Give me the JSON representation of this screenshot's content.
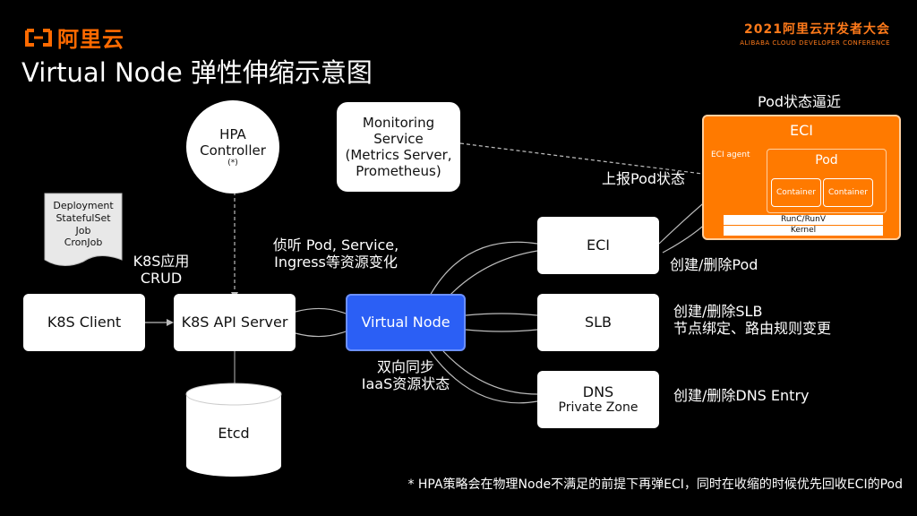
{
  "header": {
    "brand": "阿里云",
    "conference_title": "2021阿里云开发者大会",
    "conference_sub": "ALIBABA CLOUD DEVELOPER CONFERENCE"
  },
  "title": "Virtual Node 弹性伸缩示意图",
  "nodes": {
    "hpa": {
      "line1": "HPA",
      "line2": "Controller",
      "line3": "(*)"
    },
    "monitoring": {
      "line1": "Monitoring",
      "line2": "Service",
      "line3": "(Metrics Server,",
      "line4": "Prometheus)"
    },
    "workloads": {
      "line1": "Deployment",
      "line2": "StatefulSet",
      "line3": "Job",
      "line4": "CronJob"
    },
    "k8s_client": "K8S Client",
    "k8s_api": "K8S API Server",
    "virtual_node": "Virtual Node",
    "etcd": "Etcd",
    "eci": "ECI",
    "slb": "SLB",
    "dns": {
      "line1": "DNS",
      "line2": "Private Zone"
    }
  },
  "labels": {
    "crud": {
      "line1": "K8S应用",
      "line2": "CRUD"
    },
    "watch": {
      "line1": "侦听 Pod, Service,",
      "line2": "Ingress等资源变化"
    },
    "sync": {
      "line1": "双向同步",
      "line2": "IaaS资源状态"
    },
    "report": "上报Pod状态",
    "approach": "Pod状态逼近",
    "eci_action": "创建/删除Pod",
    "slb_action": {
      "line1": "创建/删除SLB",
      "line2": "节点绑定、路由规则变更"
    },
    "dns_action": "创建/删除DNS Entry"
  },
  "eci_panel": {
    "title": "ECI",
    "agent": "ECI agent",
    "pod": "Pod",
    "container1": "Container",
    "container2": "Container",
    "runtime": "RunC/RunV",
    "kernel": "Kernel"
  },
  "footer": "* HPA策略会在物理Node不满足的前提下再弹ECI，同时在收缩的时候优先回收ECI的Pod",
  "colors": {
    "accent": "#ff6a00",
    "virtual_node": "#2b5ff5"
  }
}
